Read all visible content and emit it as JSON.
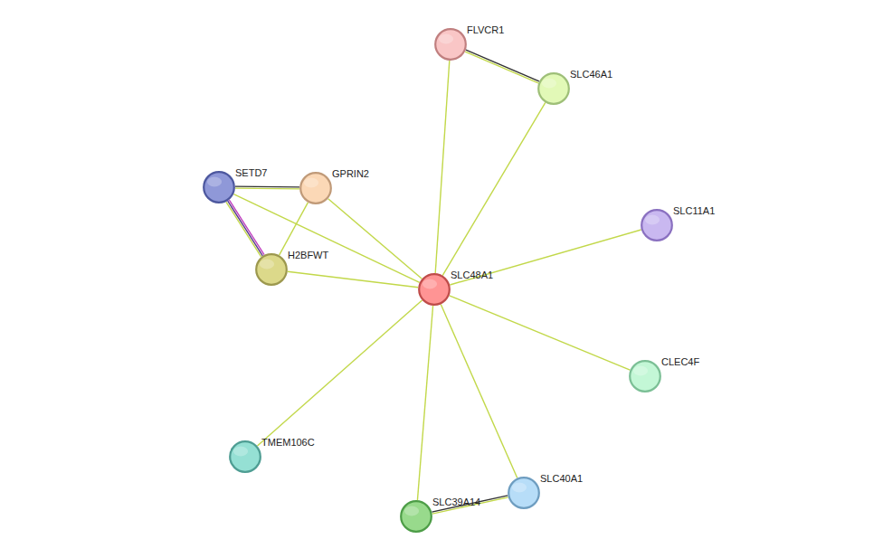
{
  "diagram": {
    "nodes": [
      {
        "text": [
          "FLVCR1"
        ]
      },
      {
        "text": [
          "SLC46A1"
        ]
      },
      {
        "text": [
          "SETD7"
        ]
      },
      {
        "text": [
          "GPRIN2"
        ]
      },
      {
        "text": [
          "SLC11A1"
        ]
      },
      {
        "text": [
          "H2BFWT"
        ]
      },
      {
        "text": [
          "SLC48A1"
        ]
      },
      {
        "text": [
          "CLEC4F"
        ]
      },
      {
        "text": [
          "TMEM106C"
        ]
      },
      {
        "text": [
          "SLC40A1"
        ]
      },
      {
        "text": [
          "SLC39A14"
        ]
      }
    ],
    "edges": [
      {
        "from": 6,
        "to": 0,
        "arrow": "none"
      },
      {
        "from": 6,
        "to": 1,
        "arrow": "none"
      },
      {
        "from": 6,
        "to": 2,
        "arrow": "none"
      },
      {
        "from": 6,
        "to": 3,
        "arrow": "none"
      },
      {
        "from": 6,
        "to": 4,
        "arrow": "none"
      },
      {
        "from": 6,
        "to": 5,
        "arrow": "none"
      },
      {
        "from": 6,
        "to": 7,
        "arrow": "none"
      },
      {
        "from": 6,
        "to": 8,
        "arrow": "none"
      },
      {
        "from": 6,
        "to": 9,
        "arrow": "none"
      },
      {
        "from": 6,
        "to": 10,
        "arrow": "none"
      },
      {
        "from": 0,
        "to": 1,
        "arrow": "none"
      },
      {
        "from": 2,
        "to": 3,
        "arrow": "none"
      },
      {
        "from": 2,
        "to": 5,
        "arrow": "none"
      },
      {
        "from": 3,
        "to": 5,
        "arrow": "none"
      },
      {
        "from": 10,
        "to": 9,
        "arrow": "none"
      }
    ]
  }
}
